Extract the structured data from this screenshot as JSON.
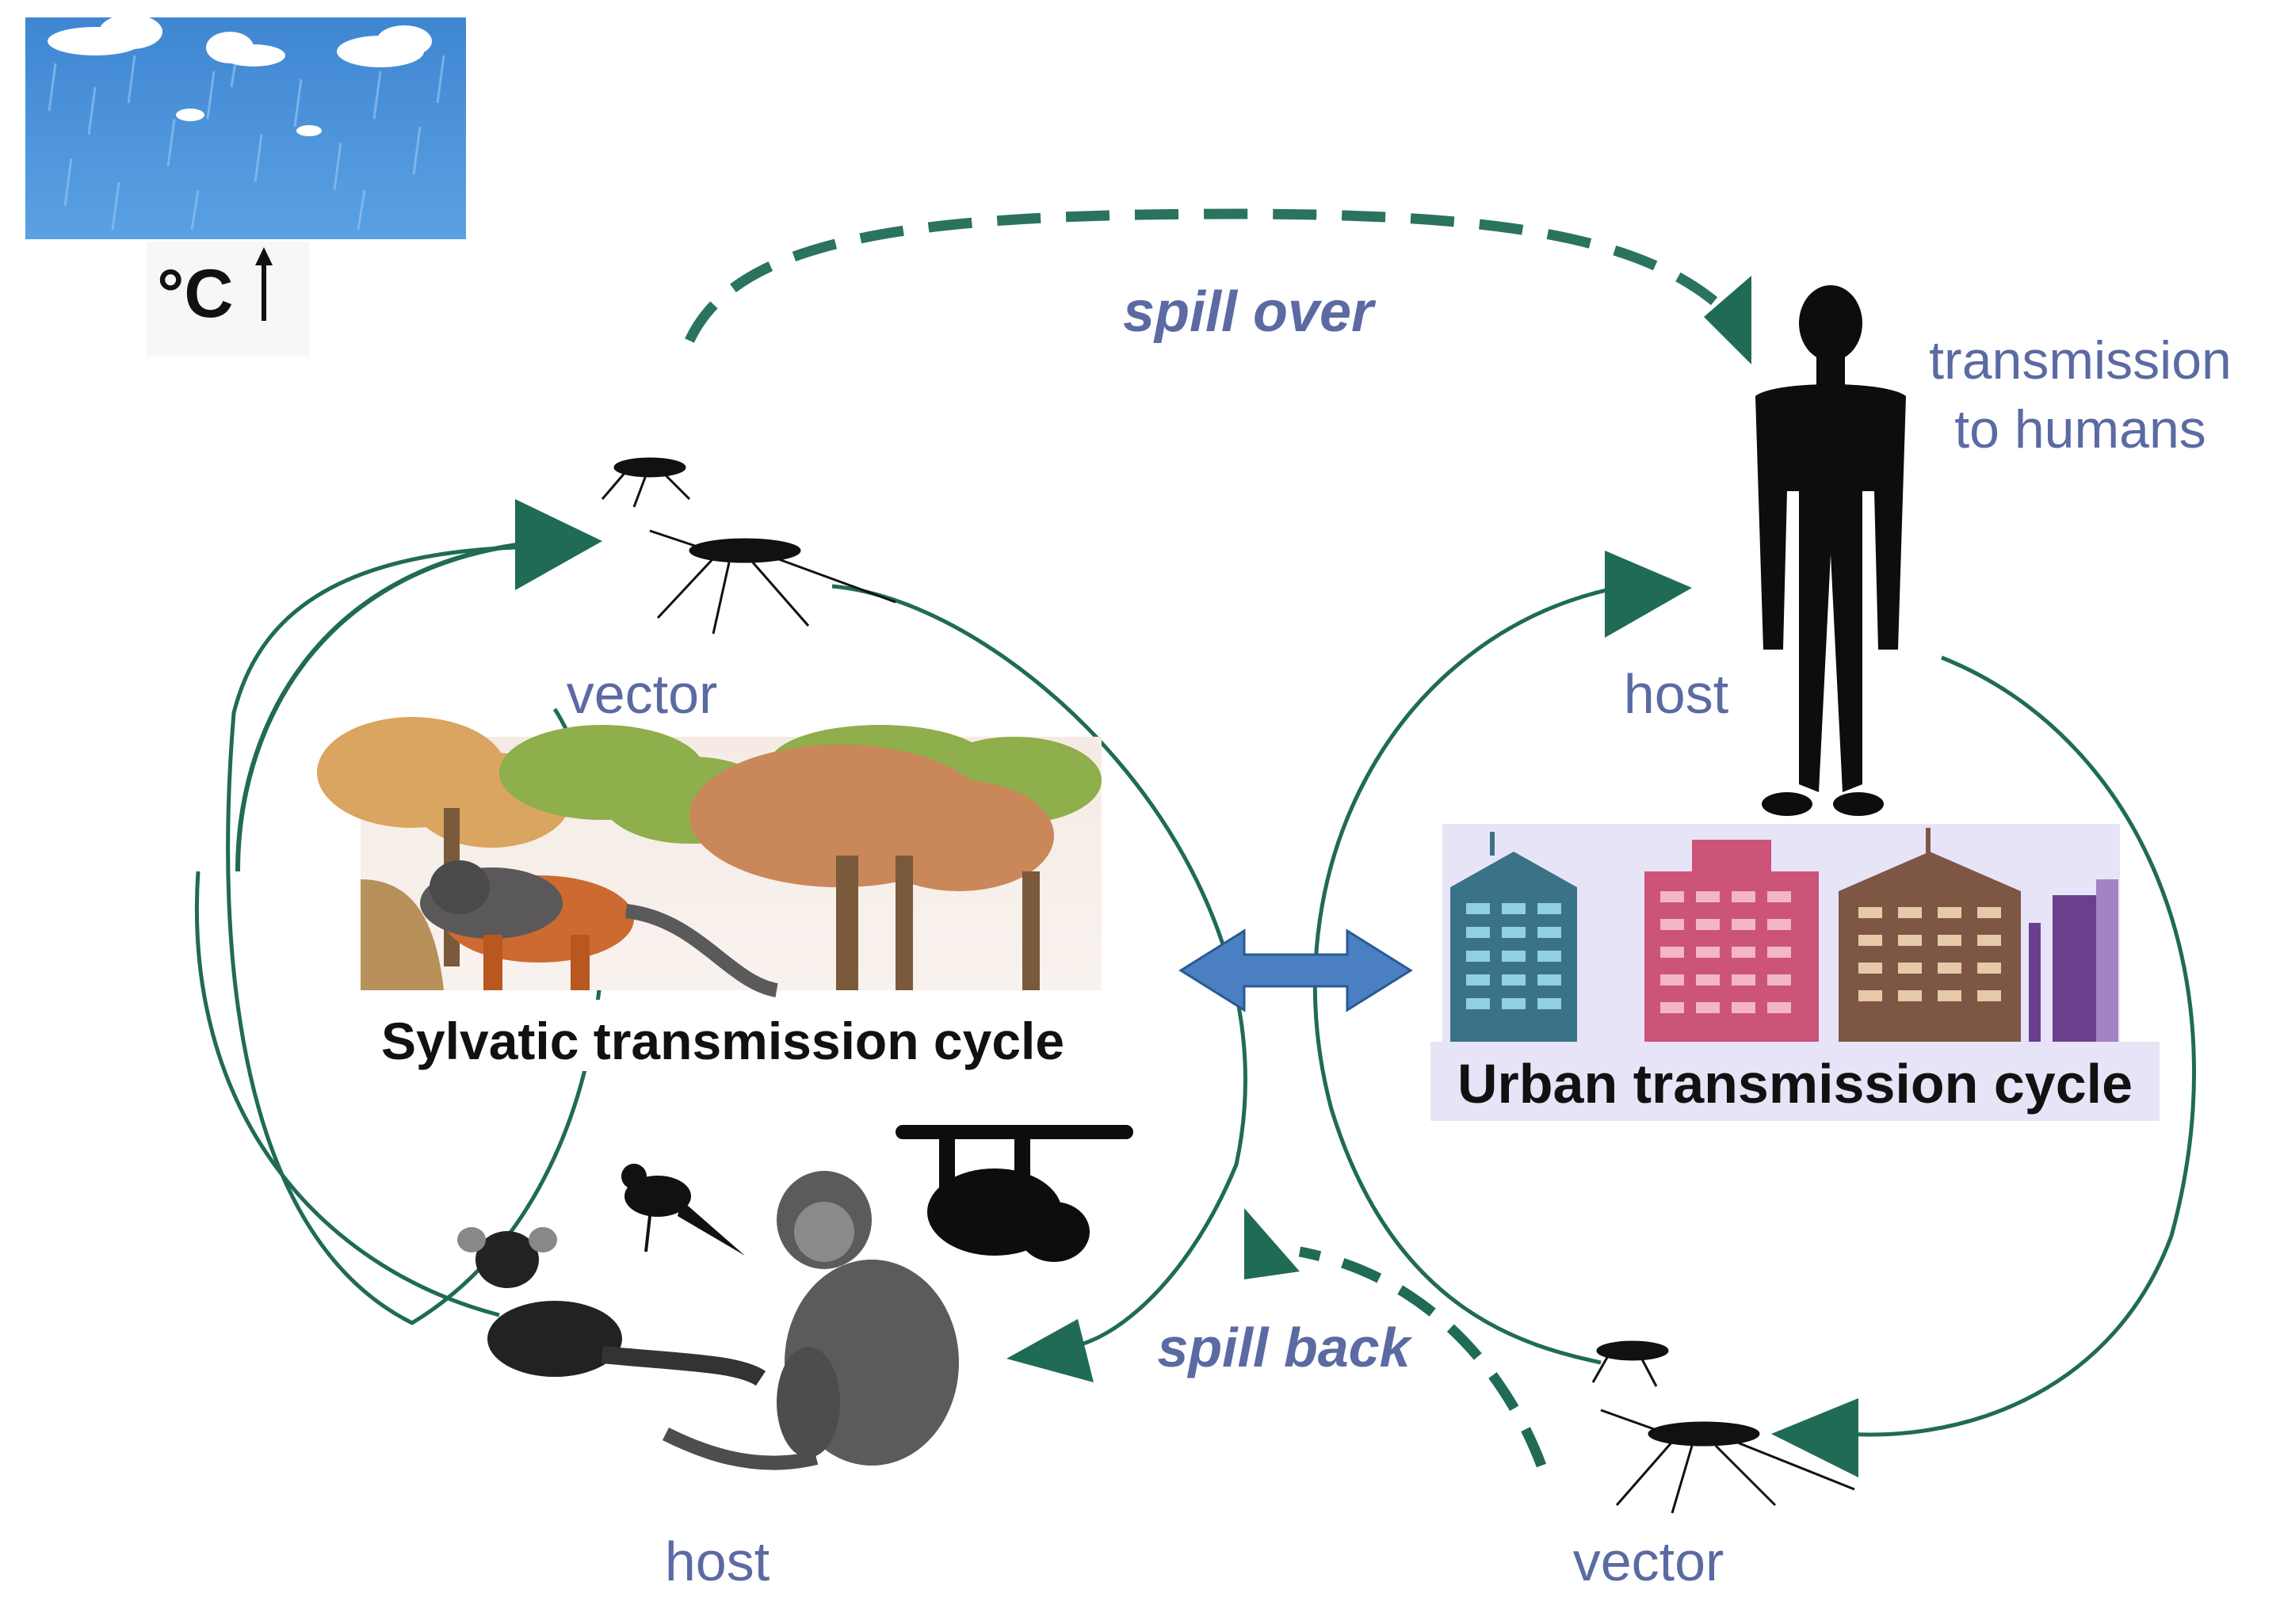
{
  "labels": {
    "temperature": "°C",
    "spill_over": "spill over",
    "transmission_line1": "transmission",
    "transmission_line2": "to humans",
    "vector_top": "vector",
    "host_right": "host",
    "spill_back": "spill back",
    "host_bottom": "host",
    "vector_bottom": "vector"
  },
  "captions": {
    "sylvatic": "Sylvatic transmission cycle",
    "urban": "Urban transmission cycle"
  },
  "colors": {
    "cycle_green": "#1f6b56",
    "label_blue": "#5b6aa3",
    "double_arrow": "#4a7fc1",
    "rain_sky": "#4a8fd6",
    "building_teal": "#3a7288",
    "building_pink": "#cc5479",
    "building_brown": "#7e5644",
    "building_purple": "#6a3f8e",
    "urban_bg": "#e8e4f7"
  },
  "icons": {
    "weather": "rain-cloud-icon",
    "human": "human-silhouette-icon",
    "mosquito": "mosquito-icon",
    "monkey": "monkey-icon",
    "sloth": "sloth-icon",
    "bird": "bird-icon",
    "marmoset": "marmoset-icon",
    "arrow_up": "arrow-up-icon"
  }
}
